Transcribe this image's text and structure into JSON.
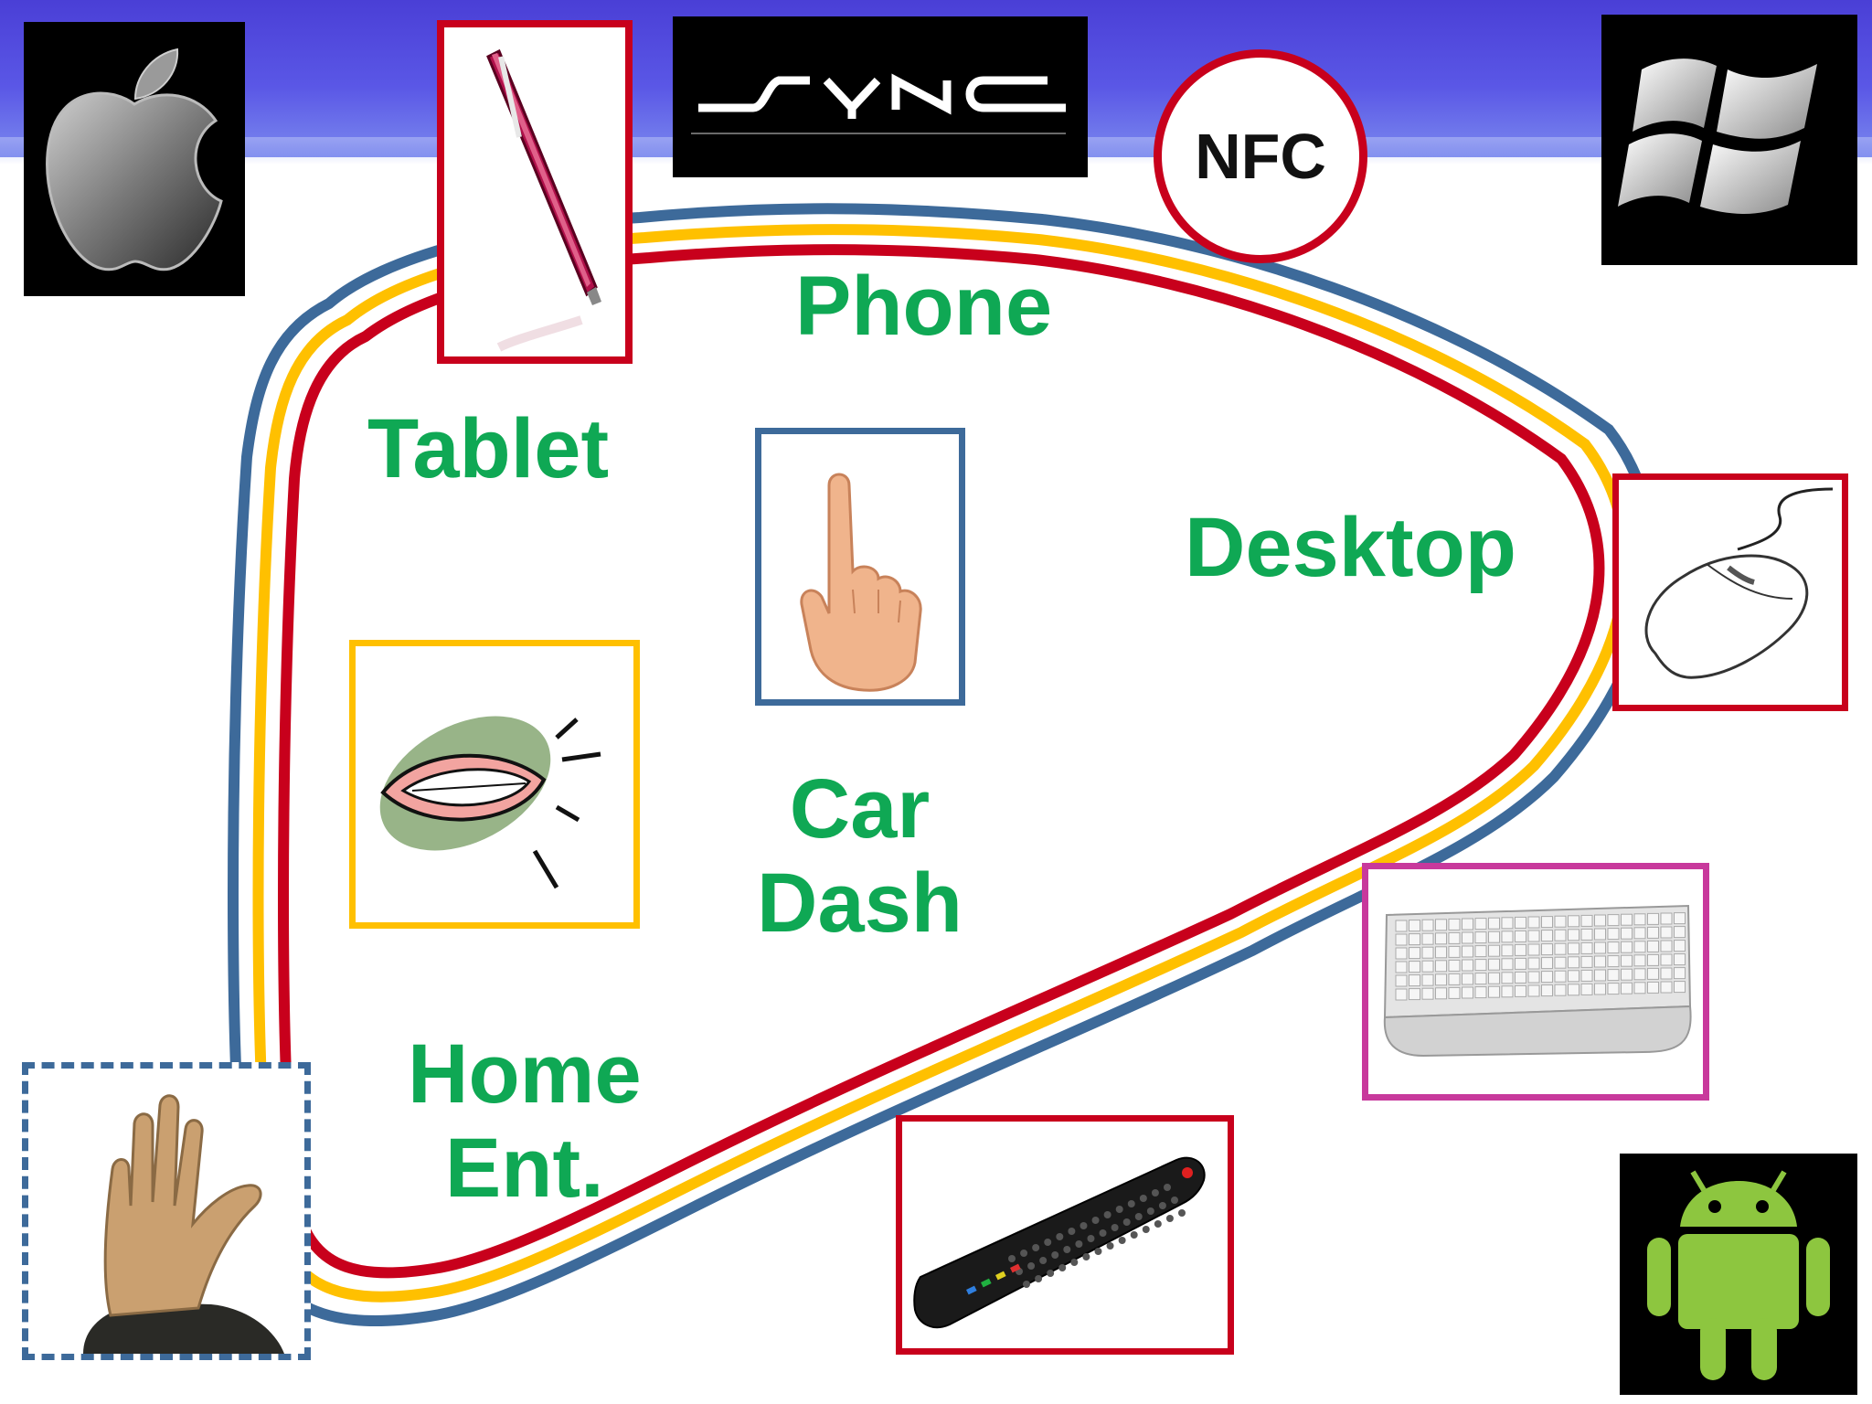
{
  "logos": {
    "sync_text": "SYNC",
    "nfc_text": "NFC"
  },
  "labels": {
    "phone": "Phone",
    "tablet": "Tablet",
    "desktop": "Desktop",
    "car_line1": "Car",
    "car_line2": "Dash",
    "home_line1": "Home",
    "home_line2": "Ent."
  },
  "colors": {
    "band": "#4a3fd6",
    "label_green": "#0fa854",
    "loop_blue": "#3d6a9a",
    "loop_yellow": "#ffc000",
    "loop_red": "#c8001c",
    "frame_red": "#c8001c",
    "frame_blue": "#3d6a9a",
    "frame_yellow": "#ffc000",
    "frame_magenta": "#c8399c",
    "android_green": "#8dc63f"
  },
  "icons": [
    "apple-logo-icon",
    "stylus-pen-icon",
    "sync-logo-icon",
    "nfc-badge-icon",
    "windows-logo-icon",
    "pointing-finger-icon",
    "speaking-mouth-icon",
    "computer-mouse-icon",
    "keyboard-icon",
    "remote-control-icon",
    "stop-hand-icon",
    "android-logo-icon"
  ]
}
